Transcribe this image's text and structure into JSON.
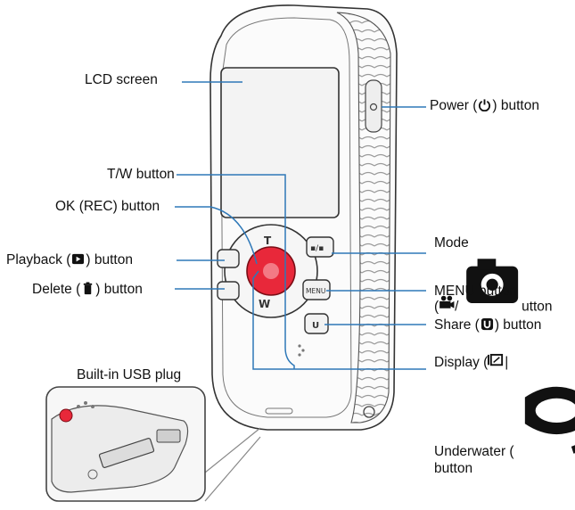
{
  "labels": {
    "lcd_screen": "LCD screen",
    "power_pre": "Power (",
    "power_post": ") button",
    "tw_button": "T/W button",
    "ok_rec_button": "OK (REC) button",
    "playback_pre": "Playback (",
    "playback_post": ") button",
    "delete_pre": "Delete (",
    "delete_post": ") button",
    "mode_line1": "Mode",
    "mode_line2_pre": "(",
    "mode_line2_mid": "/ ",
    "mode_line2_post": "utton",
    "menu_button": "MENU button",
    "share_pre": "Share (",
    "share_post": ") button",
    "display_pre": "Display (",
    "display_post": "|",
    "underwater_pre": "Underwater (",
    "underwater_post": ")",
    "underwater_line3": "button",
    "usb_plug": "Built-in USB plug"
  },
  "device_text": {
    "tele": "T",
    "wide": "W",
    "mode_key": "▪/▪",
    "menu_key": "MENU",
    "share_key": "U"
  },
  "colors": {
    "line": "#2e78b8",
    "ok_button": "#e8283a",
    "outline": "#333333"
  },
  "icons": [
    "power-icon",
    "playback-icon",
    "delete-icon",
    "movie-icon",
    "camera-icon",
    "share-icon",
    "display-icon",
    "underwater-icon"
  ]
}
